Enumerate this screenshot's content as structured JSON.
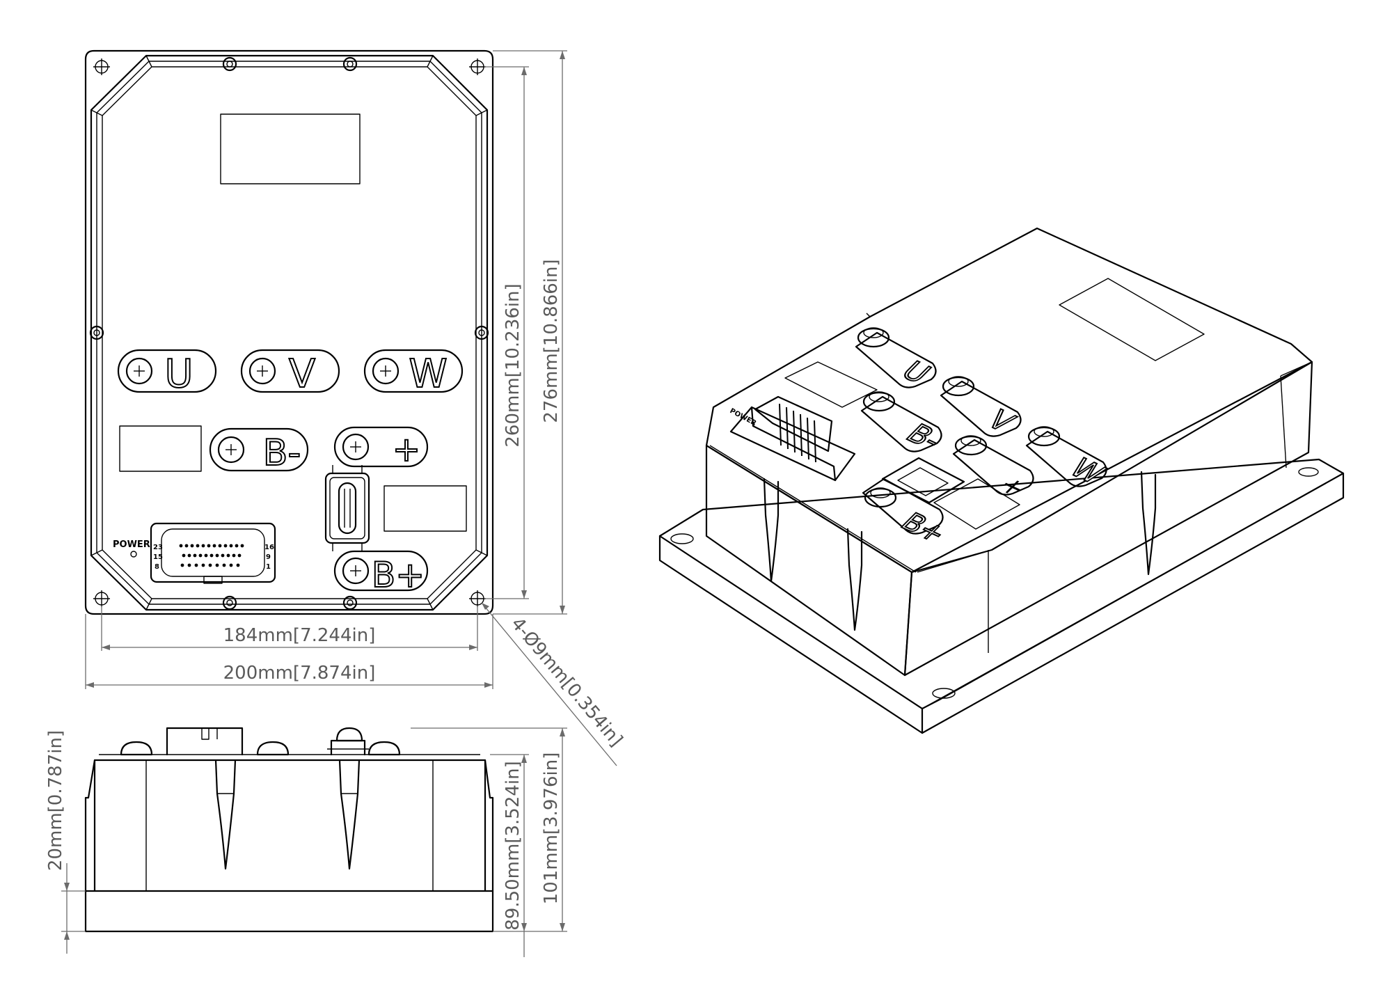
{
  "dimensions": {
    "width_inner": "184mm[7.244in]",
    "width_outer": "200mm[7.874in]",
    "height_inner": "260mm[10.236in]",
    "height_outer": "276mm[10.866in]",
    "hole": "4-Ø9mm[0.354in]",
    "base": "20mm[0.787in]",
    "body_height": "89.50mm[3.524in]",
    "total_height": "101mm[3.976in]"
  },
  "terminals": {
    "u": "U",
    "v": "V",
    "w": "W",
    "b_minus": "B-",
    "b_plus": "B+",
    "plus": "+"
  },
  "connector": {
    "power_label": "POWER",
    "pin_left_top": "23",
    "pin_left_mid": "15",
    "pin_left_bottom": "8",
    "pin_right_top": "16",
    "pin_right_mid": "9",
    "pin_right_bottom": "1"
  }
}
